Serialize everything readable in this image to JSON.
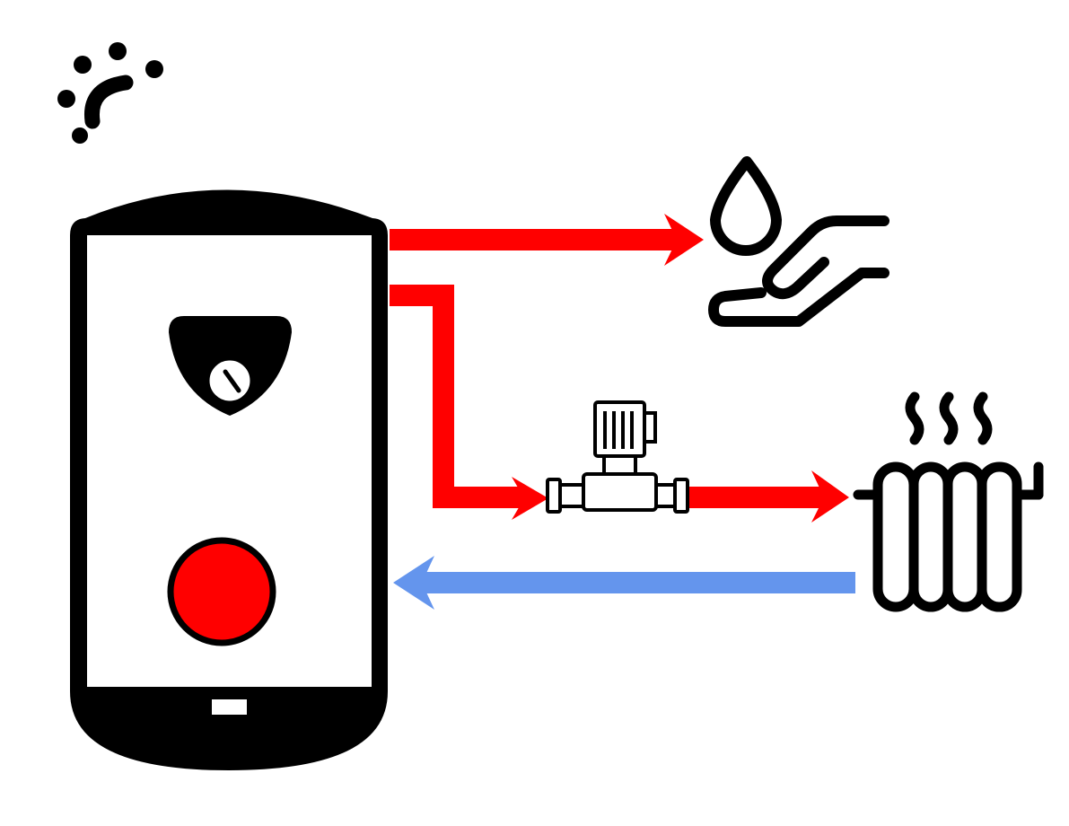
{
  "colors": {
    "outline": "#000000",
    "tank_face": "#ffffff",
    "hot": "#ff0000",
    "cold": "#6495ed",
    "background": "#ffffff"
  },
  "icons": {
    "brand": "sun-logo-icon",
    "tank": "water-heater-tank-icon",
    "gauge": "pressure-gauge-icon",
    "indicator": "red-indicator-light-icon",
    "tap_water": "water-drop-hand-icon",
    "pump": "circulation-pump-icon",
    "radiator": "heated-radiator-icon"
  },
  "flows": [
    {
      "id": "hot-to-tap",
      "color": "hot",
      "direction": "out"
    },
    {
      "id": "hot-to-pump",
      "color": "hot",
      "direction": "out"
    },
    {
      "id": "pump-to-radiator",
      "color": "hot",
      "direction": "out"
    },
    {
      "id": "radiator-return",
      "color": "cold",
      "direction": "in"
    }
  ]
}
